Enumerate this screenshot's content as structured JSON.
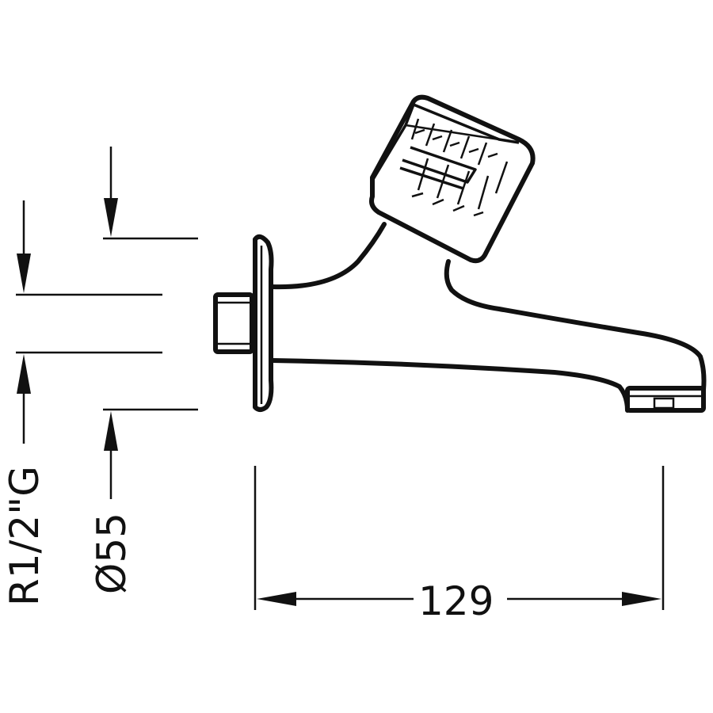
{
  "dimensions": {
    "thread": "R1/2\"G",
    "diameter": "Ø55",
    "length": "129"
  }
}
